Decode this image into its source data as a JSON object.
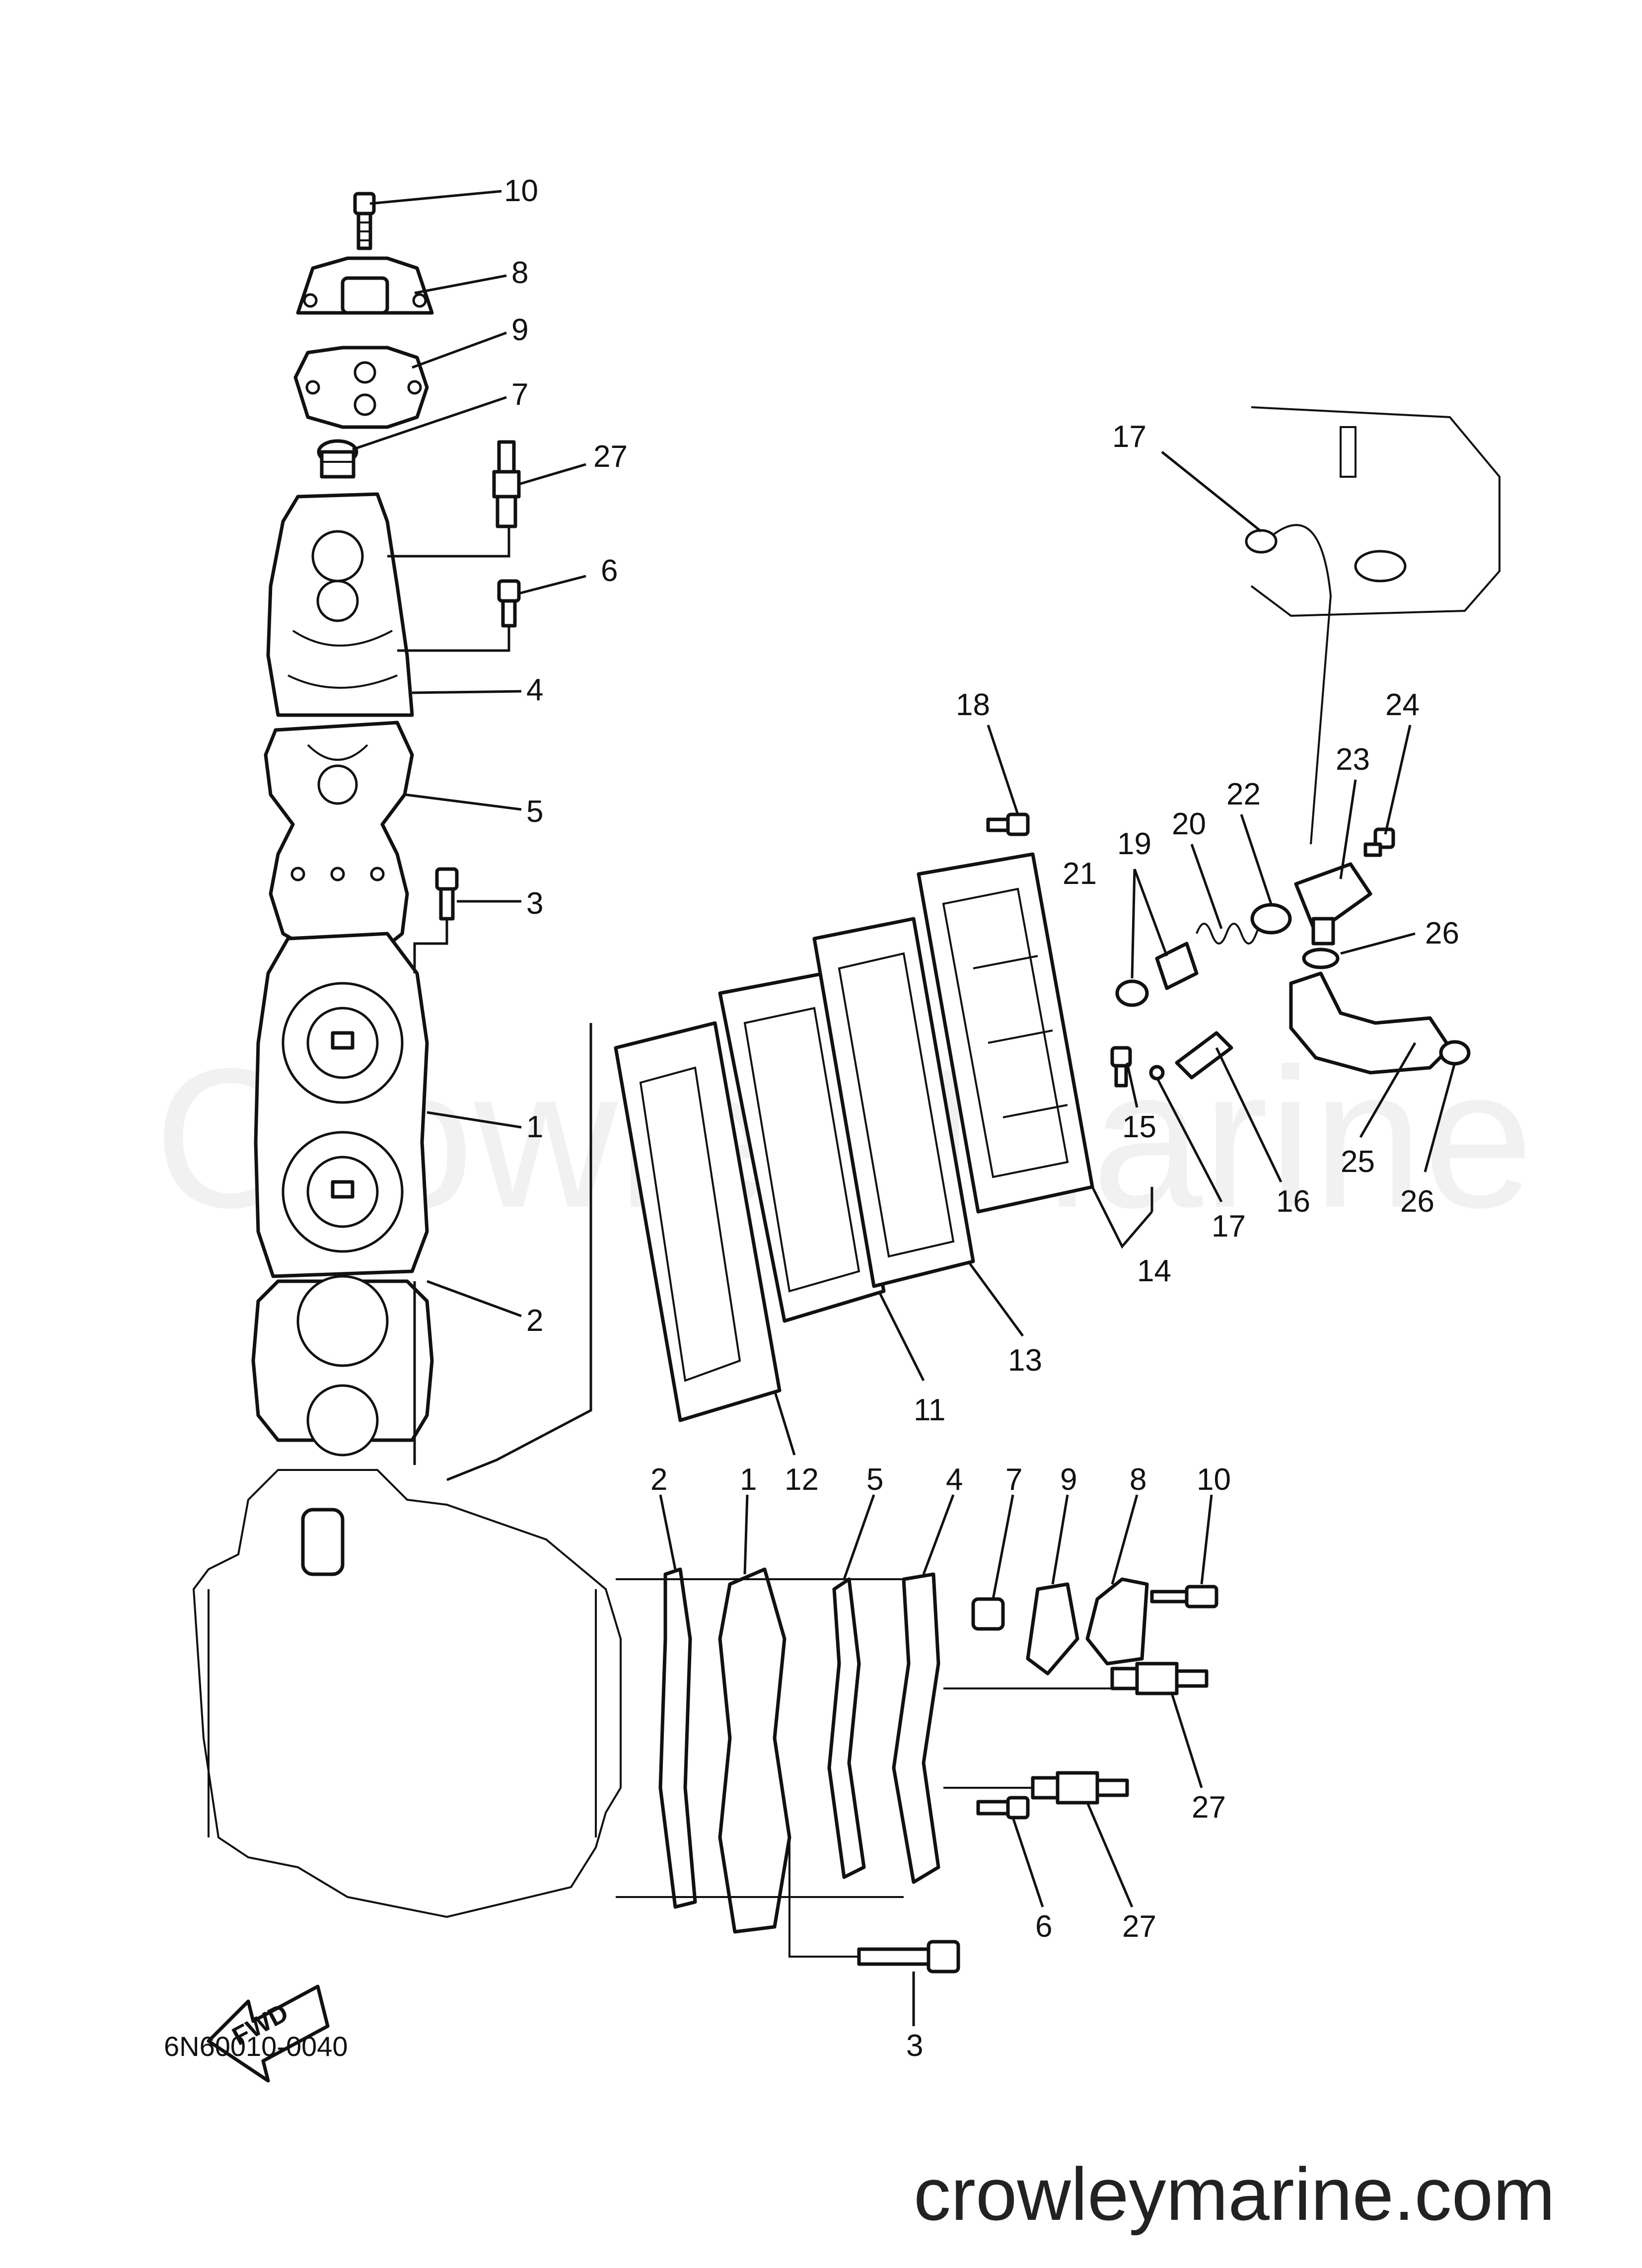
{
  "diagram": {
    "drawing_code": "6N60010-0040",
    "watermark": "Crowley Marine",
    "site_label": "crowleymarine.com",
    "direction_label": "FWD",
    "callouts": {
      "c10a": "10",
      "c8a": "8",
      "c9a": "9",
      "c7a": "7",
      "c27a": "27",
      "c6a": "6",
      "c4a": "4",
      "c5a": "5",
      "c3a": "3",
      "c1a": "1",
      "c2a": "2",
      "c17a": "17",
      "c18": "18",
      "c24": "24",
      "c23": "23",
      "c22": "22",
      "c20": "20",
      "c19": "19",
      "c21": "21",
      "c26a": "26",
      "c15": "15",
      "c25": "25",
      "c26b": "26",
      "c16": "16",
      "c17b": "17",
      "c14": "14",
      "c13": "13",
      "c11": "11",
      "c12": "12",
      "c2b": "2",
      "c1b": "1",
      "c5b": "5",
      "c4b": "4",
      "c7b": "7",
      "c9b": "9",
      "c8b": "8",
      "c10b": "10",
      "c27b": "27",
      "c27c": "27",
      "c6b": "6",
      "c3b": "3"
    }
  }
}
